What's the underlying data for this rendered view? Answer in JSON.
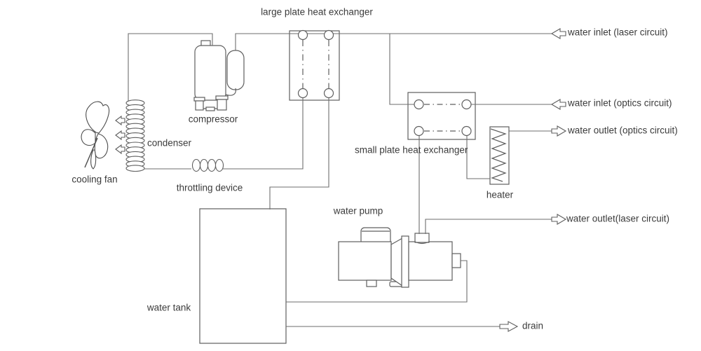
{
  "diagram": {
    "component_labels": {
      "large_plate_heat_exchanger": "large plate heat exchanger",
      "compressor": "compressor",
      "condenser": "condenser",
      "cooling_fan": "cooling fan",
      "throttling_device": "throttling device",
      "water_tank": "water tank",
      "water_pump": "water pump",
      "small_plate_heat_exchanger": "small plate heat exchanger",
      "heater": "heater"
    },
    "port_labels": {
      "water_inlet_laser": "water inlet (laser circuit)",
      "water_inlet_optics": "water inlet (optics circuit)",
      "water_outlet_optics": "water outlet (optics circuit)",
      "water_outlet_laser": "water outlet(laser circuit)",
      "drain": "drain"
    },
    "colors": {
      "pipe_line": "#6e6e6e",
      "component_stroke": "#5f5f5f",
      "text": "#3b3b3b",
      "background": "#ffffff"
    }
  }
}
